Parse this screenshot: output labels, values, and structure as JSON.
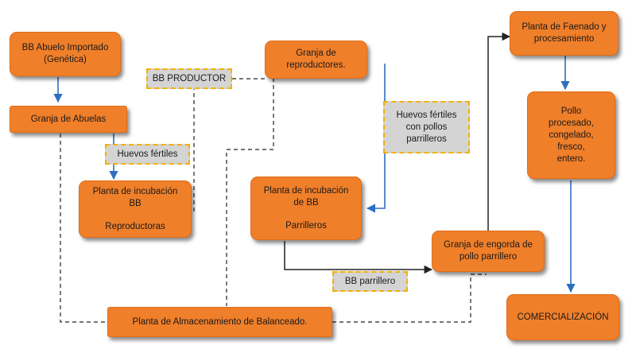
{
  "diagram": {
    "colors": {
      "box_fill": "#f07f2a",
      "tag_fill": "#d4d4d4",
      "tag_border": "#f4b000",
      "arrow_blue": "#2e6fc0",
      "line_dark": "#222222"
    },
    "nodes": {
      "abuelo": [
        "BB Abuelo Importado",
        "(Genética)"
      ],
      "granja_abuelas": [
        "Granja de Abuelas"
      ],
      "incubacion_reproductoras": [
        "Planta de incubación",
        "BB",
        "Reproductoras"
      ],
      "granja_reproductores": [
        "Granja de",
        "reproductores."
      ],
      "incubacion_parrilleros": [
        "Planta de incubación",
        "de BB",
        "Parrilleros"
      ],
      "granja_engorda": [
        "Granja de engorda de",
        "pollo parrillero"
      ],
      "planta_faenado": [
        "Planta de Faenado y",
        "procesamiento"
      ],
      "pollo_procesado": [
        "Pollo",
        "procesado,",
        "congelado,",
        "fresco,",
        "entero."
      ],
      "comercializacion": [
        "COMERCIALIZACIÓN"
      ],
      "almacenamiento": [
        "Planta de Almacenamiento de Balanceado."
      ]
    },
    "tags": {
      "bb_productor": [
        "BB PRODUCTOR"
      ],
      "huevos_fertiles": [
        "Huevos fértiles"
      ],
      "huevos_parrilleros": [
        "Huevos fértiles",
        "con pollos",
        "parrilleros"
      ],
      "bb_parrillero": [
        "BB parrillero"
      ]
    }
  }
}
